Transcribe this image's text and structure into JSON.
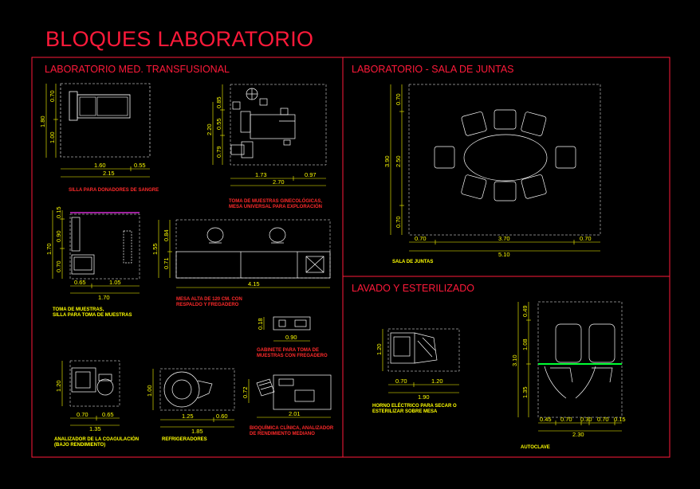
{
  "title": "BLOQUES LABORATORIO",
  "sections": {
    "transfusional": "LABORATORIO MED. TRANSFUSIONAL",
    "juntas": "LABORATORIO - SALA DE JUNTAS",
    "lavado": "LAVADO Y ESTERILIZADO"
  },
  "captions": {
    "silla": "SILLA PARA DONADORES DE SANGRE",
    "toma_gineco_1": "TOMA DE MUESTRAS GINECOLÓGICAS,",
    "toma_gineco_2": "MESA UNIVERSAL PARA EXPLORACIÓN",
    "toma_1": "TOMA DE MUESTRAS,",
    "toma_2": "SILLA PARA TOMA DE MUESTRAS",
    "mesa_1": "MESA ALTA DE 120 CM. CON",
    "mesa_2": "RESPALDO Y FREGADERO",
    "gabinete_1": "GABINETE PARA TOMA DE",
    "gabinete_2": "MUESTRAS CON FREGADERO",
    "analizador_1": "ANALIZADOR DE LA COAGULACIÓN",
    "analizador_2": "(BAJO RENDIMIENTO)",
    "refrigeradores": "REFRIGERADORES",
    "bioquimica_1": "BIOQUÍMICA CLÍNICA, ANALIZADOR",
    "bioquimica_2": "DE RENDIMIENTO MEDIANO",
    "sala": "SALA DE JUNTAS",
    "horno_1": "HORNO ELÉCTRICO PARA SECAR O",
    "horno_2": "ESTERILIZAR SOBRE MESA",
    "autoclave": "AUTOCLAVE"
  },
  "dims": {
    "d1_160": "1.60",
    "d1_055": "0.55",
    "d1_215": "2.15",
    "d1_v070": "0.70",
    "d1_v100": "1.00",
    "d1_v180": "1.80",
    "d2_173": "1.73",
    "d2_097": "0.97",
    "d2_270": "2.70",
    "d2_v085": "0.85",
    "d2_v055": "0.55",
    "d2_v079": "0.79",
    "d2_v220": "2.20",
    "d3_065": "0.65",
    "d3_105": "1.05",
    "d3_170": "1.70",
    "d3_v015": "0.15",
    "d3_v090": "0.90",
    "d3_v070": "0.70",
    "d3_v170": "1.70",
    "d4_415": "4.15",
    "d4_v084": "0.84",
    "d4_v071": "0.71",
    "d4_v155": "1.55",
    "d5_090": "0.90",
    "d5_v018": "0.18",
    "d6_070": "0.70",
    "d6_065": "0.65",
    "d6_135": "1.35",
    "d6_v120": "1.20",
    "d7_125": "1.25",
    "d7_060": "0.60",
    "d7_185": "1.85",
    "d7_v100": "1.00",
    "d8_201": "2.01",
    "d8_v072": "0.72",
    "d9_070a": "0.70",
    "d9_370": "3.70",
    "d9_070b": "0.70",
    "d9_510": "5.10",
    "d9_v070a": "0.70",
    "d9_v250": "2.50",
    "d9_v070b": "0.70",
    "d9_v390": "3.90",
    "d10_070": "0.70",
    "d10_120": "1.20",
    "d10_190": "1.90",
    "d10_v120": "1.20",
    "d11_045": "0.45",
    "d11_070a": "0.70",
    "d11_030": "0.30",
    "d11_070b": "0.70",
    "d11_015": "0.15",
    "d11_230": "2.30",
    "d11_v049": "0.49",
    "d11_v108": "1.08",
    "d11_v135": "1.35",
    "d11_v310": "3.10"
  },
  "colors": {
    "frame": "#ff1a3a",
    "dims": "#ffff00",
    "outline": "#ffffff",
    "hatch": "#00ff33",
    "accent": "#d22ad2"
  }
}
